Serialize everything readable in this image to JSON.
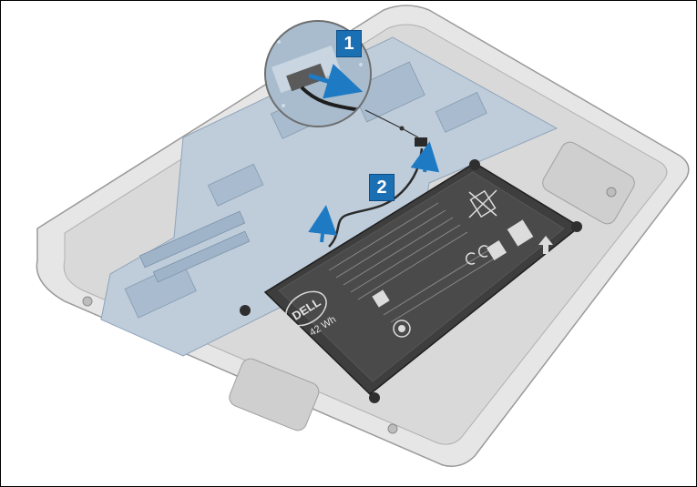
{
  "steps": [
    {
      "number": "1",
      "action": "disconnect-cable"
    },
    {
      "number": "2",
      "action": "unroute-cable"
    }
  ],
  "battery": {
    "brand": "DELL",
    "capacity": "42 Wh"
  },
  "colors": {
    "callout_blue": "#1b6fb3",
    "arrow_blue": "#1f7ac4",
    "battery_dark": "#3a3a3a",
    "chassis_grey": "#dcdcdc",
    "board_blue": "#b9c9d9"
  },
  "icons": [
    "weee-bin-icon",
    "recycle-icon",
    "ce-mark-icon",
    "arrow-up-icon"
  ]
}
